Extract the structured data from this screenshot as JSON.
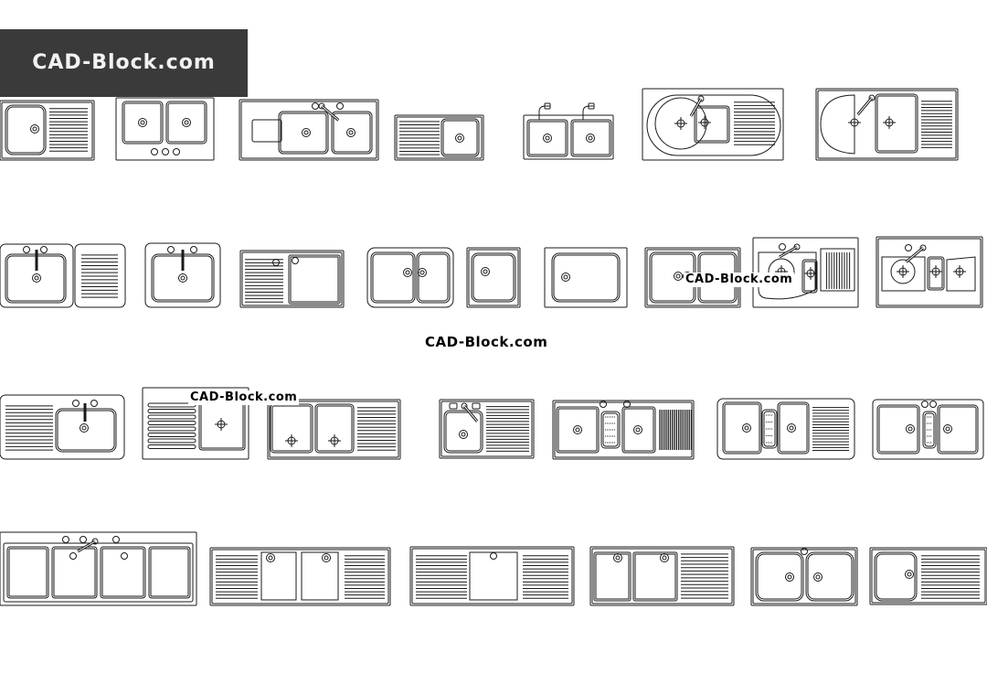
{
  "banner": {
    "logo_text": "CAD-Block.com",
    "background_color": "#3a3a3a",
    "text_color": "#f2f2f2"
  },
  "watermarks": [
    "CAD-Block.com",
    "CAD-Block.com",
    "CAD-Block.com"
  ],
  "drawing": {
    "line_color": "#1a1a1a",
    "background_color": "#ffffff",
    "rows": 4
  }
}
